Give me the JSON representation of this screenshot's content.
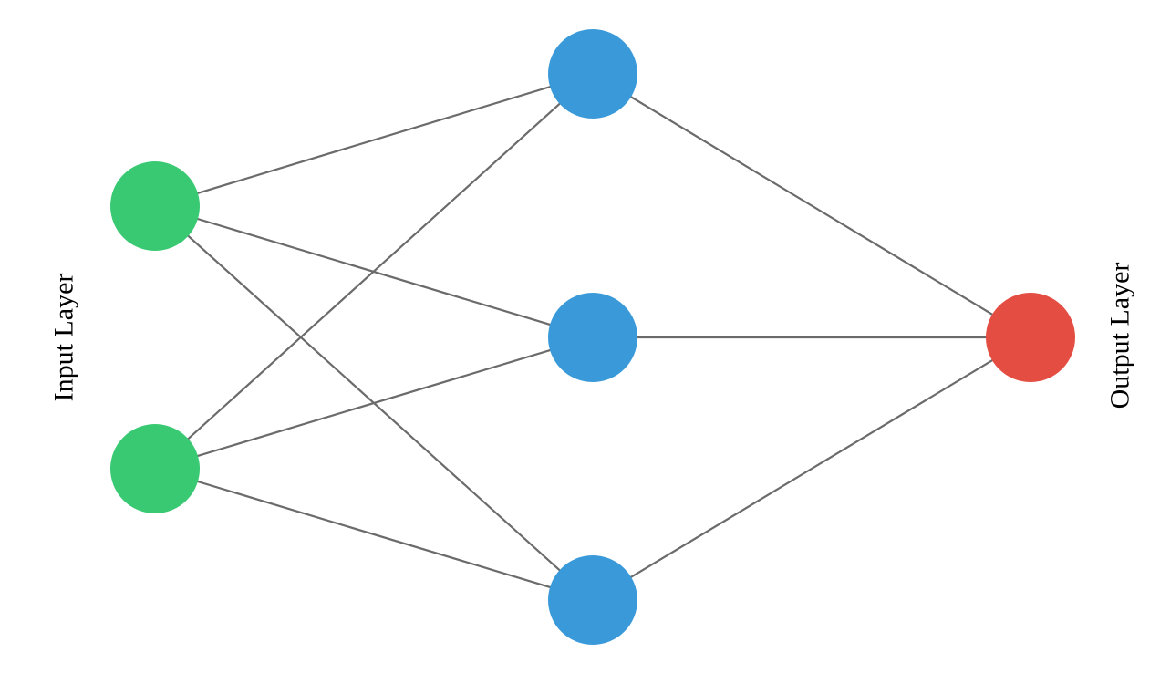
{
  "labels": {
    "input": "Input Layer",
    "output": "Output Layer"
  },
  "layers": [
    {
      "name": "input",
      "count": 2
    },
    {
      "name": "hidden",
      "count": 3
    },
    {
      "name": "output",
      "count": 1
    }
  ],
  "colors": {
    "input_node": "#38c972",
    "hidden_node": "#3a9ad9",
    "output_node": "#e44d42",
    "edge": "#6b6b6b"
  }
}
